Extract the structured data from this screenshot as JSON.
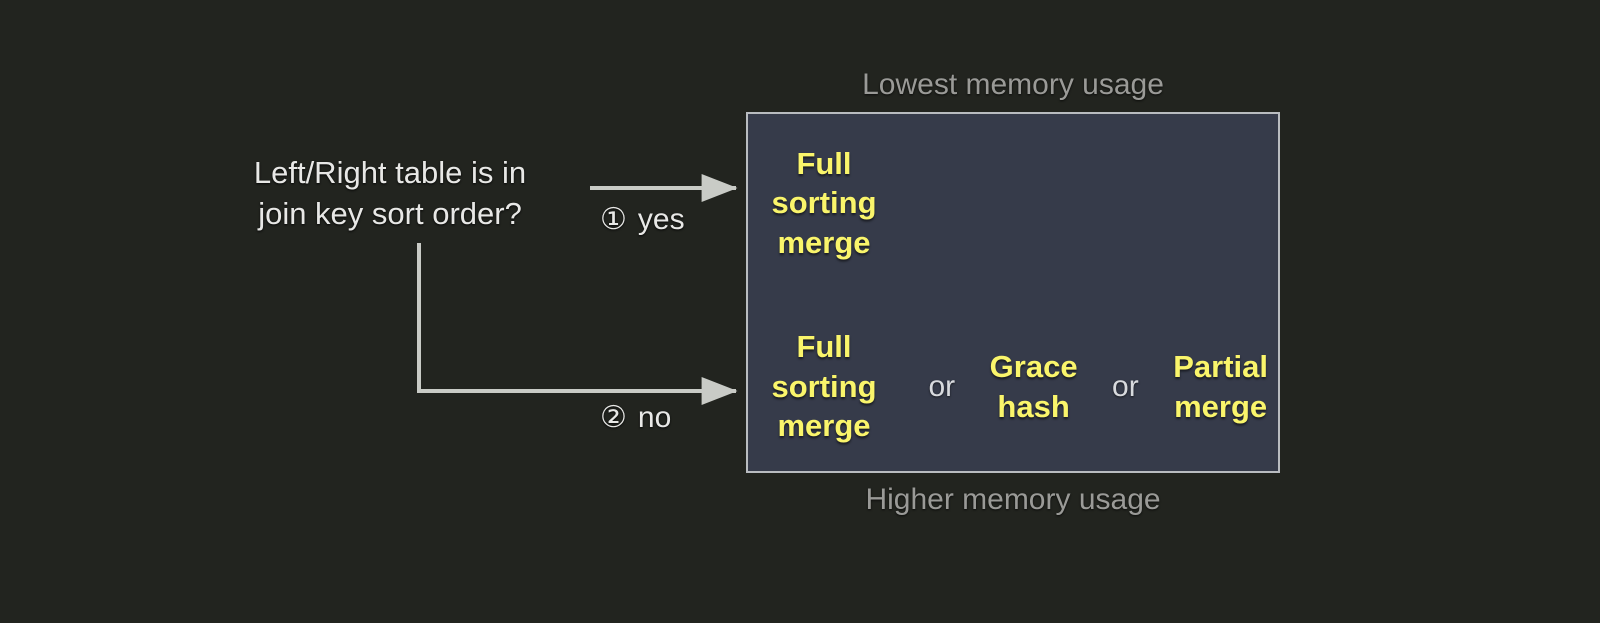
{
  "diagram": {
    "question": "Left/Right table is in\njoin key sort order?",
    "captions": {
      "top": "Lowest memory usage",
      "bottom": "Higher memory usage"
    },
    "branches": [
      {
        "marker": "①",
        "label": "yes",
        "name": "yes"
      },
      {
        "marker": "②",
        "label": "no",
        "name": "no"
      }
    ],
    "panel": {
      "sorted_row": {
        "options": [
          "Full\nsorting\nmerge"
        ]
      },
      "unsorted_row": {
        "options": [
          "Full\nsorting\nmerge",
          "Grace\nhash",
          "Partial\nmerge"
        ],
        "conjunction": "or"
      }
    },
    "colors": {
      "background": "#22241f",
      "panel_fill": "#363b4a",
      "panel_border": "#b9bcc0",
      "option_text": "#faf56b",
      "body_text": "#e8e8e6",
      "caption_text": "#9a9a97",
      "connector": "#c9cbc6"
    }
  }
}
